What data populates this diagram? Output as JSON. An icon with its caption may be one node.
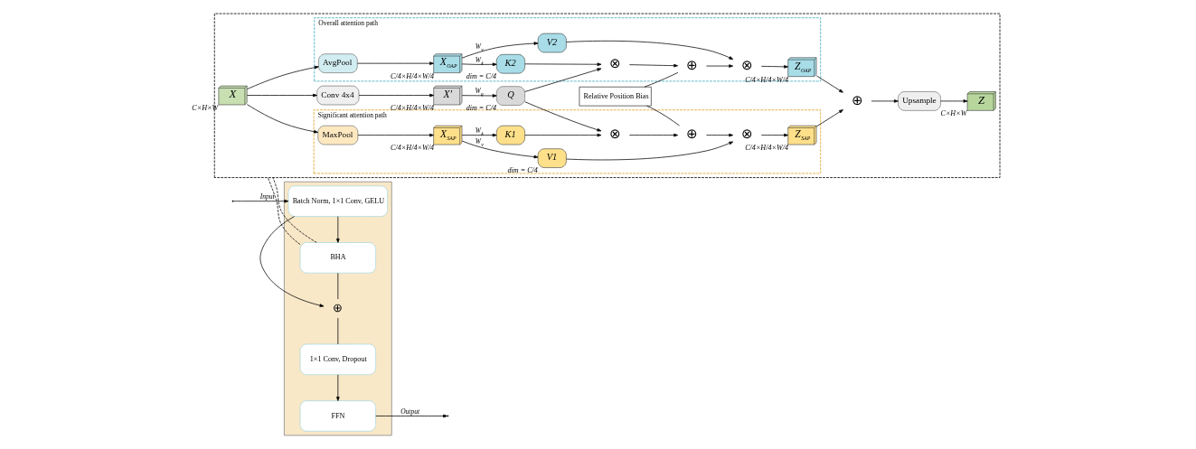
{
  "diagram": {
    "nodes": [
      {
        "text": [],
        "shape": "box"
      },
      {
        "text": [
          "Batch Norm, 1×1 Conv, GELU"
        ],
        "in": 0
      },
      {
        "text": [
          "BHA"
        ],
        "in": 0
      },
      {
        "text": [
          "⊕"
        ],
        "in": 0
      },
      {
        "text": [
          "1×1 Conv, Dropout"
        ],
        "in": 0
      },
      {
        "text": [
          "FFN"
        ],
        "in": 0
      },
      {
        "text": [],
        "shape": "box"
      },
      {
        "text": [
          "Significant attention path"
        ],
        "in": 6
      },
      {
        "text": [
          "Overall attention path"
        ],
        "in": 6
      },
      {
        "text": [
          "X"
        ],
        "in": 6,
        "beside": [
          "C×H×W"
        ]
      },
      {
        "text": [
          "MaxPool"
        ],
        "in": 7
      },
      {
        "text": [
          "X$_{SAP}$"
        ],
        "in": 7,
        "beside": [
          "C/4×H/4×W/4"
        ]
      },
      {
        "text": [
          "V1"
        ],
        "in": 7,
        "beside": [
          "dim = C/4"
        ]
      },
      {
        "text": [
          "K1"
        ],
        "in": 7
      },
      {
        "text": [
          "⊗"
        ],
        "in": 7
      },
      {
        "text": [
          "⊕"
        ],
        "in": 7
      },
      {
        "text": [
          "⊗"
        ],
        "in": 7
      },
      {
        "text": [
          "Z$_{SAP}$"
        ],
        "in": 7,
        "beside": [
          "C/4×H/4×W/4"
        ]
      },
      {
        "text": [
          "Conv 4x4"
        ],
        "in": 6
      },
      {
        "text": [
          "X′"
        ],
        "in": 6,
        "beside": [
          "C/4×H/4×W/4"
        ]
      },
      {
        "text": [
          "Q"
        ],
        "in": 6,
        "beside": [
          "dim = C/4"
        ]
      },
      {
        "text": [
          "Relative Position Bias"
        ],
        "in": 6
      },
      {
        "text": [
          "AvgPool"
        ],
        "in": 8
      },
      {
        "text": [
          "X$_{OAP}$"
        ],
        "in": 8,
        "beside": [
          "C/4×H/4×W/4"
        ]
      },
      {
        "text": [
          "K2"
        ],
        "in": 8,
        "beside": [
          "dim = C/4"
        ]
      },
      {
        "text": [
          "V2"
        ],
        "in": 8
      },
      {
        "text": [
          "⊗"
        ],
        "in": 8
      },
      {
        "text": [
          "⊕"
        ],
        "in": 8
      },
      {
        "text": [
          "⊗"
        ],
        "in": 8
      },
      {
        "text": [
          "Z$_{OAP}$"
        ],
        "in": 8,
        "beside": [
          "C/4×H/4×W/4"
        ]
      },
      {
        "text": [
          "⊕"
        ],
        "in": 6
      },
      {
        "text": [
          "Upsample"
        ],
        "in": 6
      },
      {
        "text": [
          "Z"
        ],
        "in": 6,
        "beside": [
          "C×H×W"
        ]
      }
    ],
    "edges": [
      {
        "from": null,
        "to": 1,
        "arrow": "to",
        "label": "Input"
      },
      {
        "from": 1,
        "to": 2,
        "arrow": "to"
      },
      {
        "from": 1,
        "to": 3,
        "arrow": "to"
      },
      {
        "from": 2,
        "to": 3,
        "arrow": "none"
      },
      {
        "from": 3,
        "to": 4,
        "arrow": "none"
      },
      {
        "from": 4,
        "to": 5,
        "arrow": "to"
      },
      {
        "from": 5,
        "to": null,
        "arrow": "to",
        "label": "Output"
      },
      {
        "from": 2,
        "to": 6,
        "arrow": "none",
        "style": "dashed"
      },
      {
        "from": 2,
        "to": 6,
        "arrow": "none",
        "style": "dashed"
      },
      {
        "from": 9,
        "to": 10,
        "arrow": "to"
      },
      {
        "from": 9,
        "to": 18,
        "arrow": "to"
      },
      {
        "from": 9,
        "to": 22,
        "arrow": "to"
      },
      {
        "from": 10,
        "to": 11,
        "arrow": "to"
      },
      {
        "from": 11,
        "to": 12,
        "arrow": "to",
        "label": "W$_{v}$"
      },
      {
        "from": 11,
        "to": 13,
        "arrow": "to",
        "label": "W$_{k}$"
      },
      {
        "from": 12,
        "to": 16,
        "arrow": "to"
      },
      {
        "from": 13,
        "to": 14,
        "arrow": "to"
      },
      {
        "from": 14,
        "to": 15,
        "arrow": "to"
      },
      {
        "from": 15,
        "to": 16,
        "arrow": "to"
      },
      {
        "from": 16,
        "to": 17,
        "arrow": "to"
      },
      {
        "from": 18,
        "to": 19,
        "arrow": "to"
      },
      {
        "from": 19,
        "to": 20,
        "arrow": "to",
        "label": "W$_{q}$"
      },
      {
        "from": 20,
        "to": 14,
        "arrow": "to"
      },
      {
        "from": 20,
        "to": 26,
        "arrow": "to"
      },
      {
        "from": 21,
        "to": 15,
        "arrow": "none"
      },
      {
        "from": 21,
        "to": 27,
        "arrow": "none"
      },
      {
        "from": 22,
        "to": 23,
        "arrow": "to"
      },
      {
        "from": 23,
        "to": 24,
        "arrow": "to",
        "label": "W$_{k}$"
      },
      {
        "from": 23,
        "to": 25,
        "arrow": "to",
        "label": "W$_{v}$"
      },
      {
        "from": 24,
        "to": 26,
        "arrow": "to"
      },
      {
        "from": 26,
        "to": 27,
        "arrow": "to"
      },
      {
        "from": 27,
        "to": 28,
        "arrow": "to"
      },
      {
        "from": 25,
        "to": 28,
        "arrow": "to"
      },
      {
        "from": 28,
        "to": 29,
        "arrow": "to"
      },
      {
        "from": 17,
        "to": 30,
        "arrow": "to"
      },
      {
        "from": 29,
        "to": 30,
        "arrow": "to"
      },
      {
        "from": 30,
        "to": 31,
        "arrow": "to"
      },
      {
        "from": 31,
        "to": 32,
        "arrow": "to"
      }
    ]
  }
}
